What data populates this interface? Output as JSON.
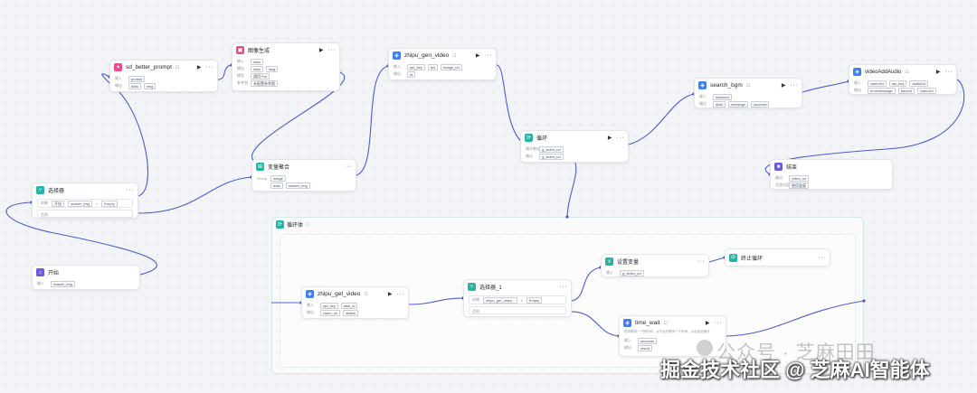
{
  "colors": {
    "edge": "#4c5bd4",
    "prompt_icon": "#e84c8b",
    "image_icon": "#e84c8b",
    "api_icon": "#3d7ff5",
    "teal_icon": "#26b5a5",
    "start_icon": "#6a5ae0"
  },
  "loop_body": {
    "title": "循环体"
  },
  "nodes": {
    "sd_better_prompt": {
      "title": "sd_better_prompt",
      "rows": [
        {
          "label": "输入",
          "chips": [
            "prompt"
          ]
        },
        {
          "label": "输出",
          "chips": [
            "data",
            "msg"
          ]
        }
      ]
    },
    "image_gen": {
      "title": "图像生成",
      "rows": [
        {
          "label": "输入",
          "chips": [
            "data"
          ]
        },
        {
          "label": "输出",
          "chips": [
            "data",
            "msg"
          ]
        },
        {
          "label": "模型",
          "chips": [
            "通用 Pro"
          ]
        },
        {
          "label": "参考图",
          "chips": [
            "未配置参考图"
          ]
        }
      ]
    },
    "zhipu_gen_video": {
      "title": "zhipu_gen_video",
      "rows": [
        {
          "label": "输入",
          "chips": [
            "api_key",
            "fps",
            "image_url"
          ]
        },
        {
          "label": "输出",
          "chips": [
            "id"
          ]
        }
      ]
    },
    "search_bgm": {
      "title": "search_bgm",
      "rows": [
        {
          "label": "输入",
          "chips": [
            "keyword"
          ]
        },
        {
          "label": "输出",
          "chips": [
            "data",
            "message",
            "success"
          ]
        }
      ]
    },
    "video_add_audio": {
      "title": "videoAddAudio",
      "rows": [
        {
          "label": "输入",
          "chips": [
            "videoUrl",
            "api_key",
            "audioUrl"
          ]
        },
        {
          "label": "输出",
          "chips": [
            "errorMessage",
            "traceId",
            "videoUrl"
          ]
        }
      ]
    },
    "loop": {
      "title": "循环",
      "rows": [
        {
          "label": "循环数组",
          "chips": [
            "g_video_url"
          ]
        },
        {
          "label": "输出",
          "chips": [
            "g_video_url"
          ]
        }
      ]
    },
    "var_merge": {
      "title": "变量聚合",
      "rows": [
        {
          "label": "Group",
          "chips": [
            "image"
          ]
        },
        {
          "label": "",
          "chips": [
            "data",
            "master_img"
          ]
        }
      ]
    },
    "selector": {
      "title": "选择器",
      "cond": {
        "label": "如果",
        "left": "开始",
        "left2": "master_img",
        "op": "=",
        "right": "Empty"
      },
      "else_label": "否则"
    },
    "start": {
      "title": "开始",
      "rows": [
        {
          "label": "输入",
          "chips": [
            "master_img"
          ]
        }
      ]
    },
    "end": {
      "title": "结束",
      "rows": [
        {
          "label": "输出",
          "chips": [
            "video_url"
          ]
        },
        {
          "label": "回答内容",
          "chips": [
            "使用变量"
          ]
        }
      ]
    },
    "zhipu_get_video": {
      "title": "zhipu_get_video",
      "rows": [
        {
          "label": "输入",
          "chips": [
            "api_key",
            "task_id"
          ]
        },
        {
          "label": "输出",
          "chips": [
            "video_url",
            "status"
          ]
        }
      ]
    },
    "selector_1": {
      "title": "选择器_1",
      "cond": {
        "label": "如果",
        "left": "zhipu_get_video -",
        "left2": "",
        "op": "≠",
        "right": "Empty"
      },
      "else_label": "否则"
    },
    "set_var": {
      "title": "设置变量",
      "rows": [
        {
          "label": "输入",
          "chips": [
            "g_video_url"
          ]
        }
      ]
    },
    "stop_loop": {
      "title": "终止循环"
    },
    "time_wait": {
      "title": "time_wait",
      "desc": "时间等待一个短时间，从节点的等待一个时间，以及延迟操作",
      "rows": [
        {
          "label": "输入",
          "chips": [
            "seconds"
          ]
        },
        {
          "label": "输出",
          "chips": [
            "result"
          ]
        }
      ]
    }
  },
  "watermark": {
    "wechat": "公众号 · 芝麻田田",
    "site": "掘金技术社区 @ 芝麻AI智能体"
  }
}
